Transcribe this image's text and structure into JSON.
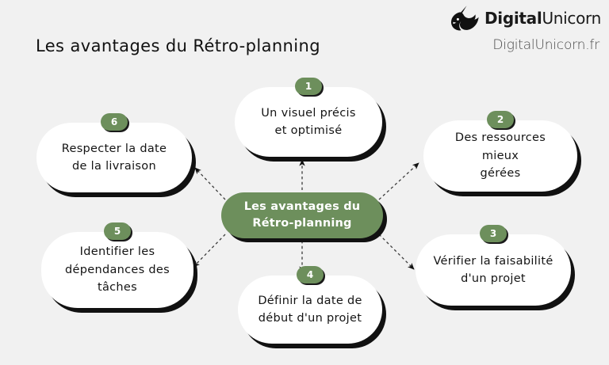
{
  "page": {
    "title": "Les avantages du Rétro-planning",
    "background_color": "#f1f1f1"
  },
  "brand": {
    "logo_icon": "unicorn-head-icon",
    "logo_bold": "Digital",
    "logo_light": "Unicorn",
    "url": "DigitalUnicorn.fr"
  },
  "center": {
    "line1": "Les avantages du",
    "line2": "Rétro-planning",
    "color": "#6d8f5c",
    "text_color": "#ffffff"
  },
  "theme": {
    "accent_green": "#6d8f5c",
    "shadow": "#111111",
    "card_background": "#ffffff",
    "text": "#141414"
  },
  "nodes": [
    {
      "number": "1",
      "line1": "Un visuel précis",
      "line2": "et optimisé",
      "line3": "",
      "direction": "up"
    },
    {
      "number": "2",
      "line1": "Des ressources mieux",
      "line2": "gérées",
      "line3": "",
      "direction": "up-right"
    },
    {
      "number": "3",
      "line1": "Vérifier la faisabilité",
      "line2": "d'un projet",
      "line3": "",
      "direction": "down-right"
    },
    {
      "number": "4",
      "line1": "Définir la date de",
      "line2": "début d'un projet",
      "line3": "",
      "direction": "down"
    },
    {
      "number": "5",
      "line1": "Identifier les",
      "line2": "dépendances des",
      "line3": "tâches",
      "direction": "down-left"
    },
    {
      "number": "6",
      "line1": "Respecter la date",
      "line2": "de la livraison",
      "line3": "",
      "direction": "up-left"
    }
  ]
}
